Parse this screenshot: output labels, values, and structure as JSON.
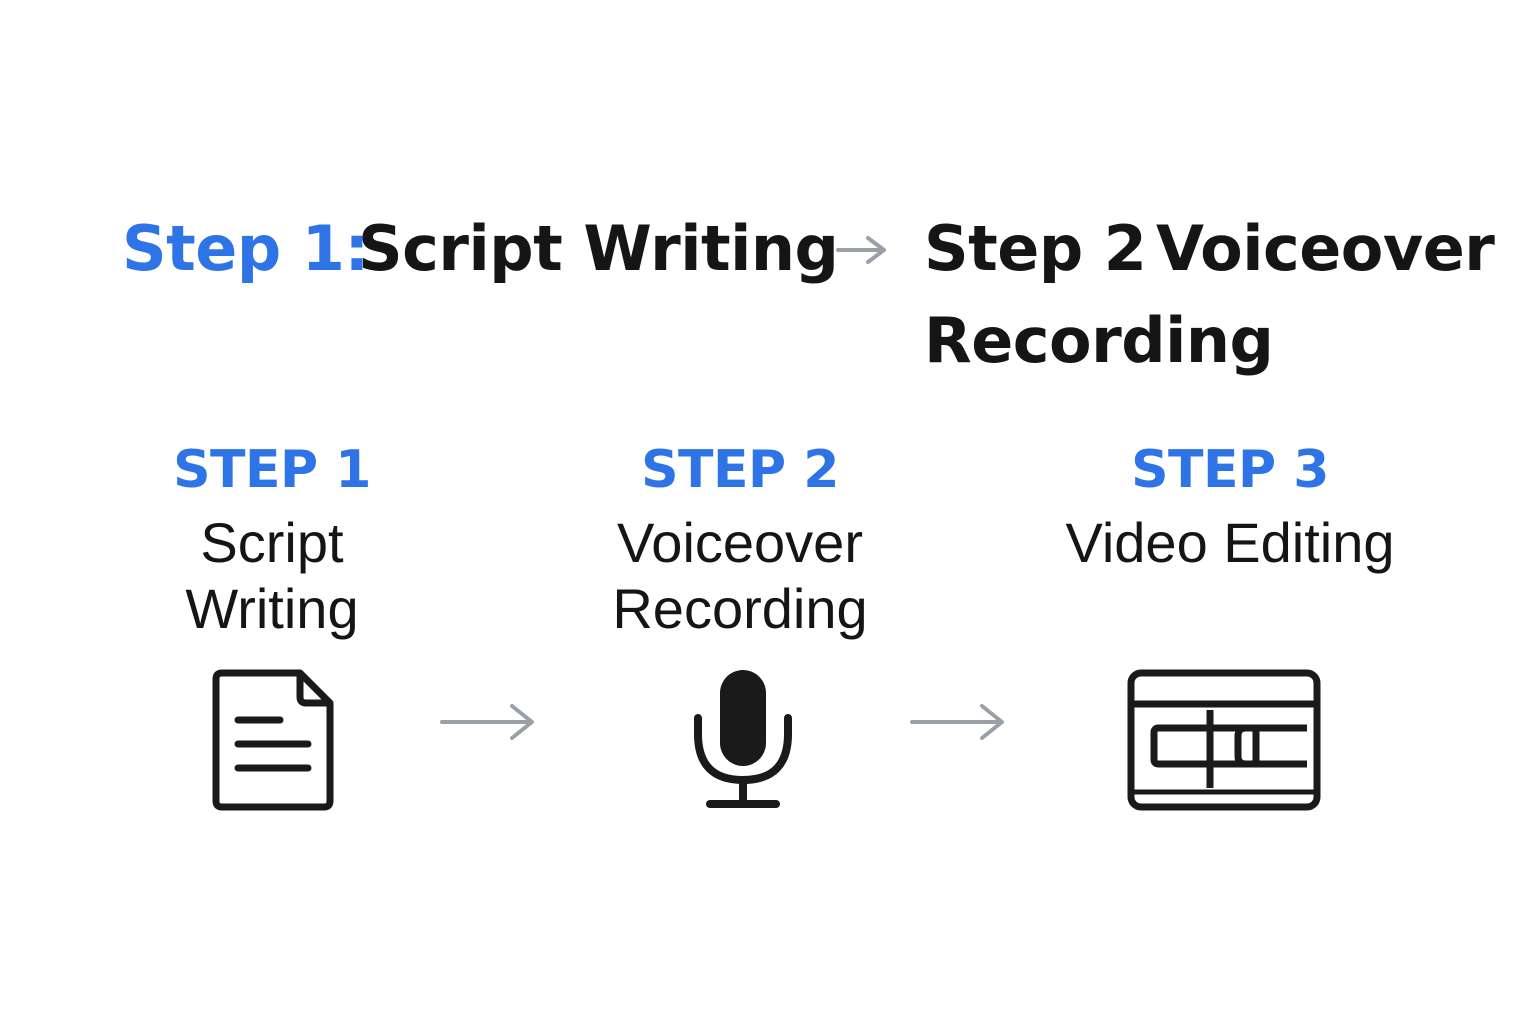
{
  "header": {
    "step1_label": "Step 1:",
    "step1_title": "Script Writing",
    "arrow": "→",
    "step2_label": "Step 2",
    "step2_title_line1": "Voiceover",
    "step2_title_line2": "Recording"
  },
  "steps": [
    {
      "label": "STEP 1",
      "title_lines": [
        "Script",
        "Writing"
      ],
      "icon": "document-icon"
    },
    {
      "label": "STEP 2",
      "title_lines": [
        "Voiceover",
        "Recording"
      ],
      "icon": "microphone-icon"
    },
    {
      "label": "STEP 3",
      "title_lines": [
        "Video Editing"
      ],
      "icon": "video-editor-icon"
    }
  ],
  "colors": {
    "accent": "#2f74e6",
    "text": "#151515",
    "arrow": "#9aa0a8",
    "icon": "#1a1a1a"
  }
}
